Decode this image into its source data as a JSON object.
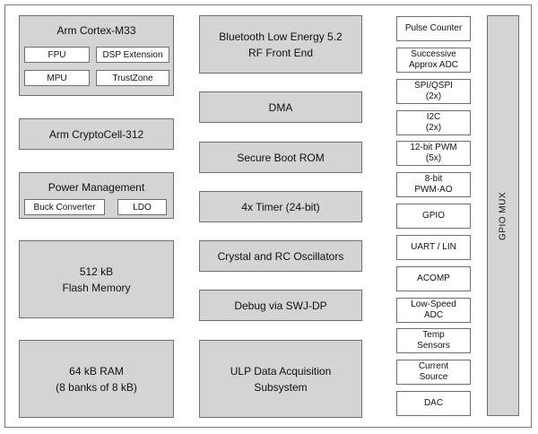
{
  "left": {
    "cortex": {
      "title": "Arm Cortex-M33",
      "fpu": "FPU",
      "dsp": "DSP Extension",
      "mpu": "MPU",
      "trustzone": "TrustZone"
    },
    "cryptocell": "Arm CryptoCell-312",
    "power": {
      "title": "Power Management",
      "buck": "Buck Converter",
      "ldo": "LDO"
    },
    "flash": "512 kB\nFlash Memory",
    "ram": "64 kB RAM\n(8 banks of 8 kB)"
  },
  "middle": {
    "ble": "Bluetooth Low Energy 5.2\nRF Front End",
    "dma": "DMA",
    "secure_boot": "Secure Boot ROM",
    "timer": "4x Timer (24-bit)",
    "oscillators": "Crystal and RC Oscillators",
    "debug": "Debug via SWJ-DP",
    "ulp": "ULP Data Acquisition\nSubsystem"
  },
  "peripherals": [
    "Pulse Counter",
    "Successive\nApprox ADC",
    "SPI/QSPI\n(2x)",
    "I2C\n(2x)",
    "12-bit PWM\n(5x)",
    "8-bit\nPWM-AO",
    "GPIO",
    "UART / LIN",
    "ACOMP",
    "Low-Speed\nADC",
    "Temp\nSensors",
    "Current\nSource",
    "DAC"
  ],
  "gpio_mux": "GPIO MUX"
}
